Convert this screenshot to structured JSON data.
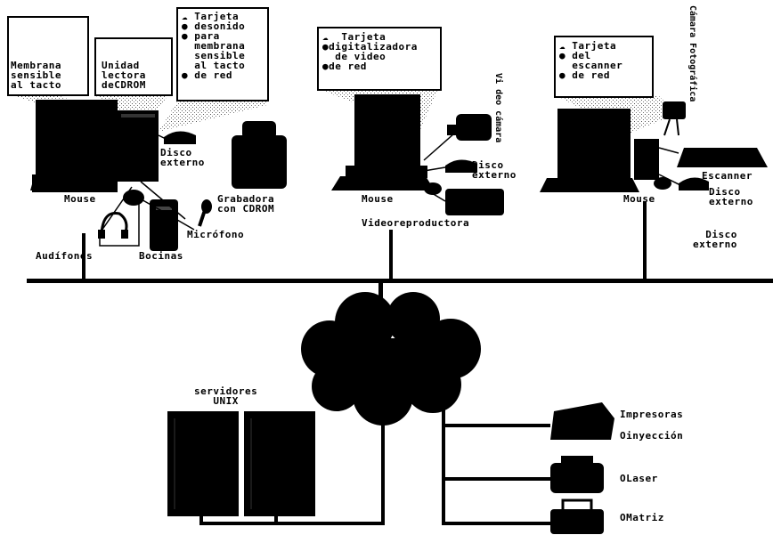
{
  "left_station": {
    "membrane_label": [
      "Membrana",
      "sensible",
      "al tacto"
    ],
    "cdrom_unit_label": [
      "Unidad",
      "lectora",
      "deCDROM"
    ],
    "card_callout": {
      "title": "Tarjeta",
      "items": [
        "desonido",
        "para",
        "membrana",
        "sensible",
        "al tacto",
        "de red"
      ]
    },
    "external_disk": [
      "Disco",
      "externo"
    ],
    "mouse": "Mouse",
    "cd_recorder": [
      "Grabadora",
      "con CDROM"
    ],
    "microphone": "Micrófono",
    "headphones": "Audífonos",
    "speakers": "Bocinas"
  },
  "middle_station": {
    "card_callout": {
      "title": "Tarjeta",
      "items": [
        "digitalizadora",
        "de video",
        "de red"
      ]
    },
    "camera_vertical": [
      "Vi",
      "deo",
      "cámara"
    ],
    "external_disk": [
      "Disco",
      "externo"
    ],
    "mouse": "Mouse",
    "video_player": "Videoreproductora"
  },
  "right_station": {
    "card_callout": {
      "title": "Tarjeta",
      "items": [
        "del",
        "escanner",
        "de red"
      ]
    },
    "camera_vertical": [
      "Cámara",
      "Fotográfica"
    ],
    "mouse": "Mouse",
    "scanner": "Escanner",
    "external_disk": [
      "Disco",
      "externo"
    ],
    "external_disk_2": [
      "Disco",
      "externo"
    ]
  },
  "servers": {
    "label": [
      "servidores",
      "UNIX"
    ]
  },
  "printers": {
    "title": "Impresoras",
    "items": [
      "Oinyección",
      "OLaser",
      "OMatriz"
    ]
  }
}
